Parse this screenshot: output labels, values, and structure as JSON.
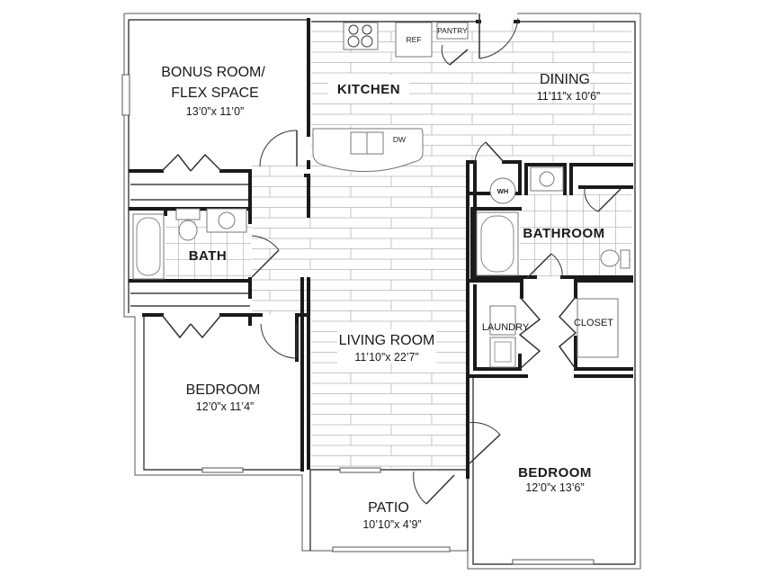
{
  "floorplan": {
    "rooms": {
      "bonus": {
        "name_line1": "BONUS ROOM/",
        "name_line2": "FLEX SPACE",
        "dimensions": "13’0”x 11’0”"
      },
      "kitchen": {
        "name": "KITCHEN"
      },
      "dining": {
        "name": "DINING",
        "dimensions": "11’11”x 10’6”"
      },
      "bath": {
        "name": "BATH"
      },
      "bathroom": {
        "name": "BATHROOM"
      },
      "living": {
        "name": "LIVING ROOM",
        "dimensions": "11’10”x 22’7”"
      },
      "laundry": {
        "name": "LAUNDRY"
      },
      "closet": {
        "name": "CLOSET"
      },
      "bedroom1": {
        "name": "BEDROOM",
        "dimensions": "12’0”x 11’4”"
      },
      "bedroom2": {
        "name": "BEDROOM",
        "dimensions": "12’0”x 13’6”"
      },
      "patio": {
        "name": "PATIO",
        "dimensions": "10’10”x 4’9”"
      }
    },
    "fixtures": {
      "refrigerator": "REF",
      "pantry": "PANTRY",
      "dishwasher": "DW",
      "water_heater": "WH"
    },
    "colors": {
      "wall": "#1a1a1a",
      "floor_lines": "#b5b5b5",
      "background": "#ffffff"
    }
  }
}
